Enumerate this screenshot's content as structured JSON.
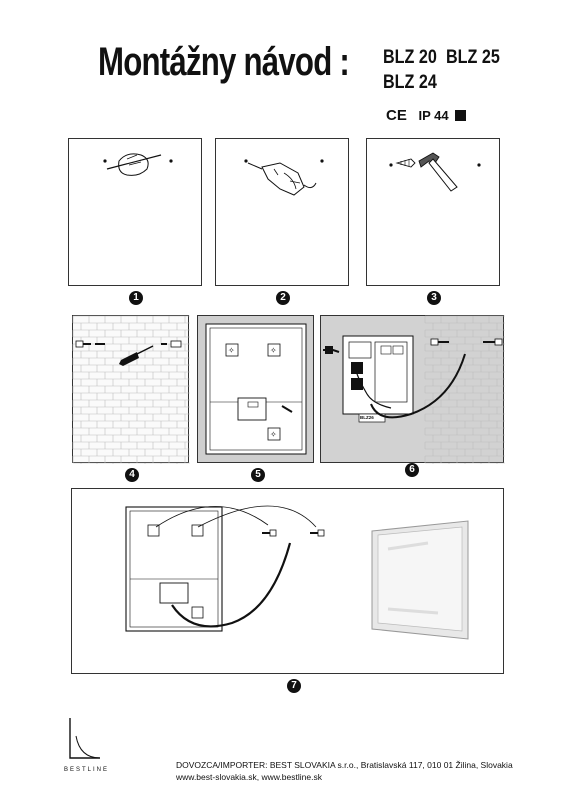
{
  "header": {
    "title": "Montážny návod :",
    "models": [
      "BLZ 20",
      "BLZ 25",
      "BLZ 24"
    ],
    "certification": {
      "ce": "CE",
      "ip": "IP 44"
    }
  },
  "steps": [
    {
      "number": "1"
    },
    {
      "number": "2"
    },
    {
      "number": "3"
    },
    {
      "number": "4"
    },
    {
      "number": "5"
    },
    {
      "number": "6"
    },
    {
      "number": "7"
    }
  ],
  "diagram_labels": {
    "terminal": "BLZ26"
  },
  "footer": {
    "brand": "BESTLINE",
    "line1": "DOVOZCA/IMPORTER: BEST SLOVAKIA s.r.o., Bratislavská 117, 010 01 Žilina, Slovakia",
    "line2": "www.best-slovakia.sk, www.bestline.sk"
  },
  "colors": {
    "ink": "#111111",
    "panel_gray": "#cfcfcf",
    "brick": "#bdbdbd"
  }
}
